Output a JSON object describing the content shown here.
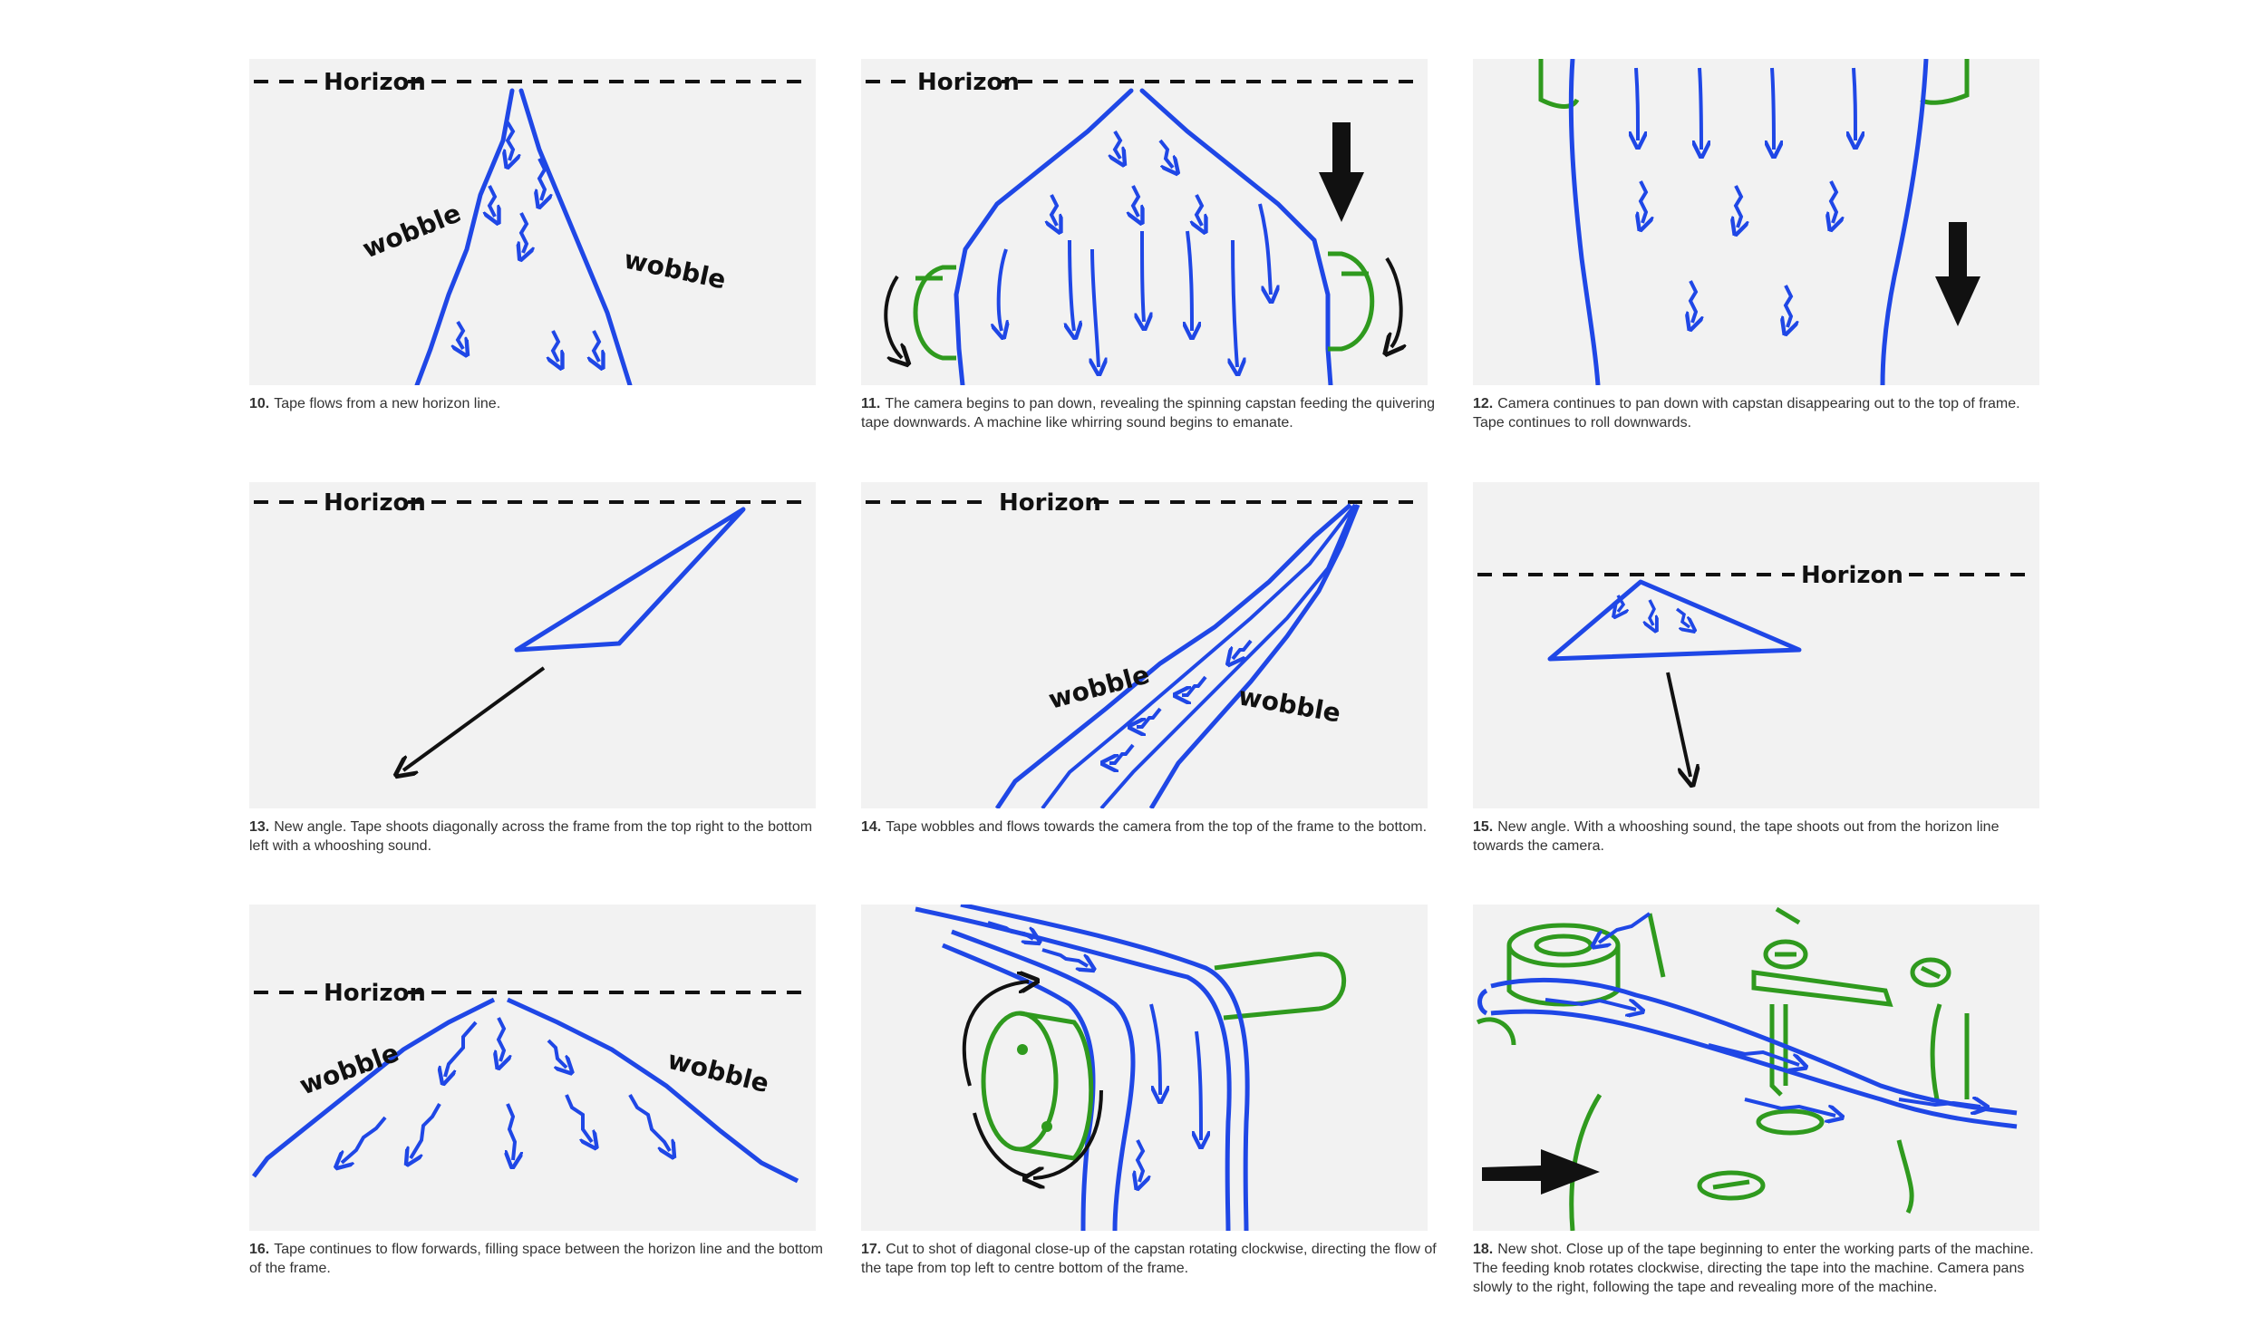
{
  "colors": {
    "tape": "#1f47e6",
    "capstan": "#2f9a1e",
    "ink": "#111111",
    "frame_bg": "#f2f2f2",
    "caption_text": "#333333"
  },
  "labels": {
    "horizon": "Horizon",
    "wobble": "wobble"
  },
  "panels": [
    {
      "number": "10.",
      "caption": "Tape flows from a new horizon line."
    },
    {
      "number": "11.",
      "caption": "The camera begins to pan down, revealing the spinning capstan feeding the quivering tape downwards. A machine like whirring sound begins to emanate."
    },
    {
      "number": "12.",
      "caption": "Camera continues to pan down with capstan disappearing out to the top of frame. Tape continues to roll downwards."
    },
    {
      "number": "13.",
      "caption": "New angle. Tape shoots diagonally across the frame from the top right to the bottom left with a whooshing sound."
    },
    {
      "number": "14.",
      "caption": "Tape wobbles and flows towards the camera from the top of the frame to the bottom."
    },
    {
      "number": "15.",
      "caption": "New angle. With a whooshing sound, the tape shoots out from the horizon line towards the camera."
    },
    {
      "number": "16.",
      "caption": "Tape continues to flow forwards, filling space between the horizon line and the bottom of the frame."
    },
    {
      "number": "17.",
      "caption": "Cut to shot of diagonal close-up of the capstan rotating clockwise, directing the flow of the tape from top left to centre bottom of the frame."
    },
    {
      "number": "18.",
      "caption": "New shot. Close up of the tape beginning to enter the working parts of the machine. The feeding knob rotates clockwise, directing the tape into the machine. Camera pans slowly to the right, following the tape and revealing more of the machine."
    }
  ]
}
